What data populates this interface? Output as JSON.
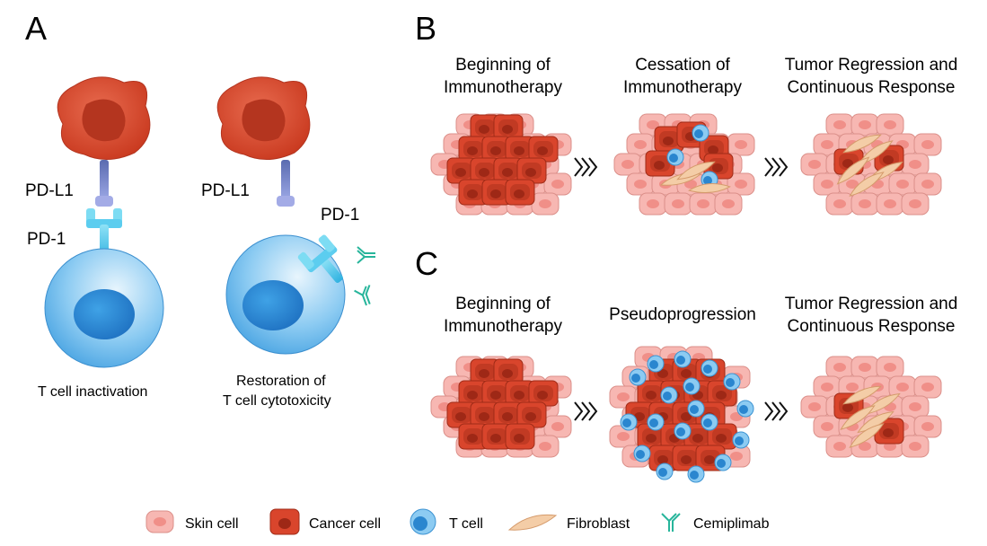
{
  "panels": {
    "a": {
      "letter": "A",
      "pdl1_left": "PD-L1",
      "pd1_left": "PD-1",
      "pdl1_right": "PD-L1",
      "pd1_right": "PD-1",
      "caption_left": "T cell inactivation",
      "caption_right_line1": "Restoration of",
      "caption_right_line2": "T cell cytotoxicity"
    },
    "b": {
      "letter": "B",
      "stages": [
        {
          "line1": "Beginning of",
          "line2": "Immunotherapy"
        },
        {
          "line1": "Cessation of",
          "line2": "Immunotherapy"
        },
        {
          "line1": "Tumor Regression and",
          "line2": "Continuous Response"
        }
      ]
    },
    "c": {
      "letter": "C",
      "stages": [
        {
          "line1": "Beginning of",
          "line2": "Immunotherapy"
        },
        {
          "line1": "Pseudoprogression",
          "line2": ""
        },
        {
          "line1": "Tumor Regression and",
          "line2": "Continuous Response"
        }
      ]
    }
  },
  "legend": [
    {
      "label": "Skin cell",
      "icon": "skin-cell-icon"
    },
    {
      "label": "Cancer cell",
      "icon": "cancer-cell-icon"
    },
    {
      "label": "T cell",
      "icon": "t-cell-icon"
    },
    {
      "label": "Fibroblast",
      "icon": "fibroblast-icon"
    },
    {
      "label": "Cemiplimab",
      "icon": "cemiplimab-icon"
    }
  ],
  "colors": {
    "skin": "#f6b4b0",
    "skin_stroke": "#d98c86",
    "cancer": "#d9452c",
    "cancer_dark": "#a8301d",
    "tcell": "#7fc0ee",
    "tcell_nucleus": "#2c8fd6",
    "fibro": "#f3cba4",
    "antibody": "#27b59b",
    "pdl1": "#7b83c6",
    "pd1": "#46c6e8"
  }
}
